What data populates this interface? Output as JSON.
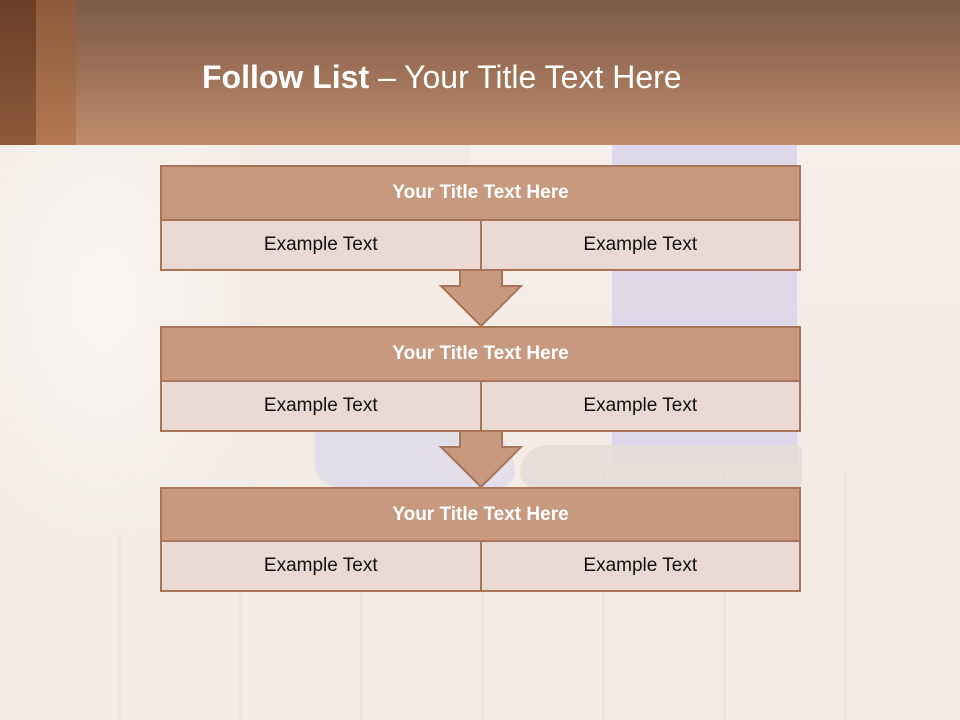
{
  "header": {
    "title_bold": "Follow List",
    "title_rest": " – Your Title Text Here"
  },
  "steps": [
    {
      "title": "Your Title Text Here",
      "left": "Example Text",
      "right": "Example Text"
    },
    {
      "title": "Your Title Text Here",
      "left": "Example Text",
      "right": "Example Text"
    },
    {
      "title": "Your Title Text Here",
      "left": "Example Text",
      "right": "Example Text"
    }
  ],
  "colors": {
    "header_brown": "#9a6f55",
    "box_title_fill": "#c79a7f",
    "box_border": "#a97556",
    "cell_fill": "#ead9d2"
  }
}
